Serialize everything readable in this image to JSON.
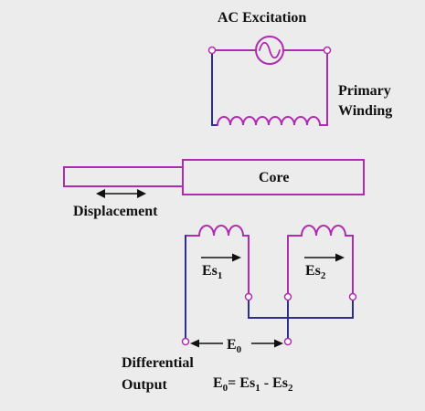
{
  "labels": {
    "ac_excitation": "AC Excitation",
    "primary_line1": "Primary",
    "primary_line2": "Winding",
    "core": "Core",
    "displacement": "Displacement",
    "es1_main": "Es",
    "es1_sub": "1",
    "es2_main": "Es",
    "es2_sub": "2",
    "e0_main": "E",
    "e0_sub": "0",
    "diff_line1": "Differential",
    "diff_line2": "Output"
  },
  "equation": {
    "lhs_main": "E",
    "lhs_sub": "0",
    "eq": "= ",
    "t1_main": "Es",
    "t1_sub": "1",
    "minus": " -  ",
    "t2_main": "Es",
    "t2_sub": "2"
  },
  "colors": {
    "background": "#ececec",
    "wire": "#2e2e8c",
    "accent": "#b02bb0",
    "text": "#111111"
  }
}
